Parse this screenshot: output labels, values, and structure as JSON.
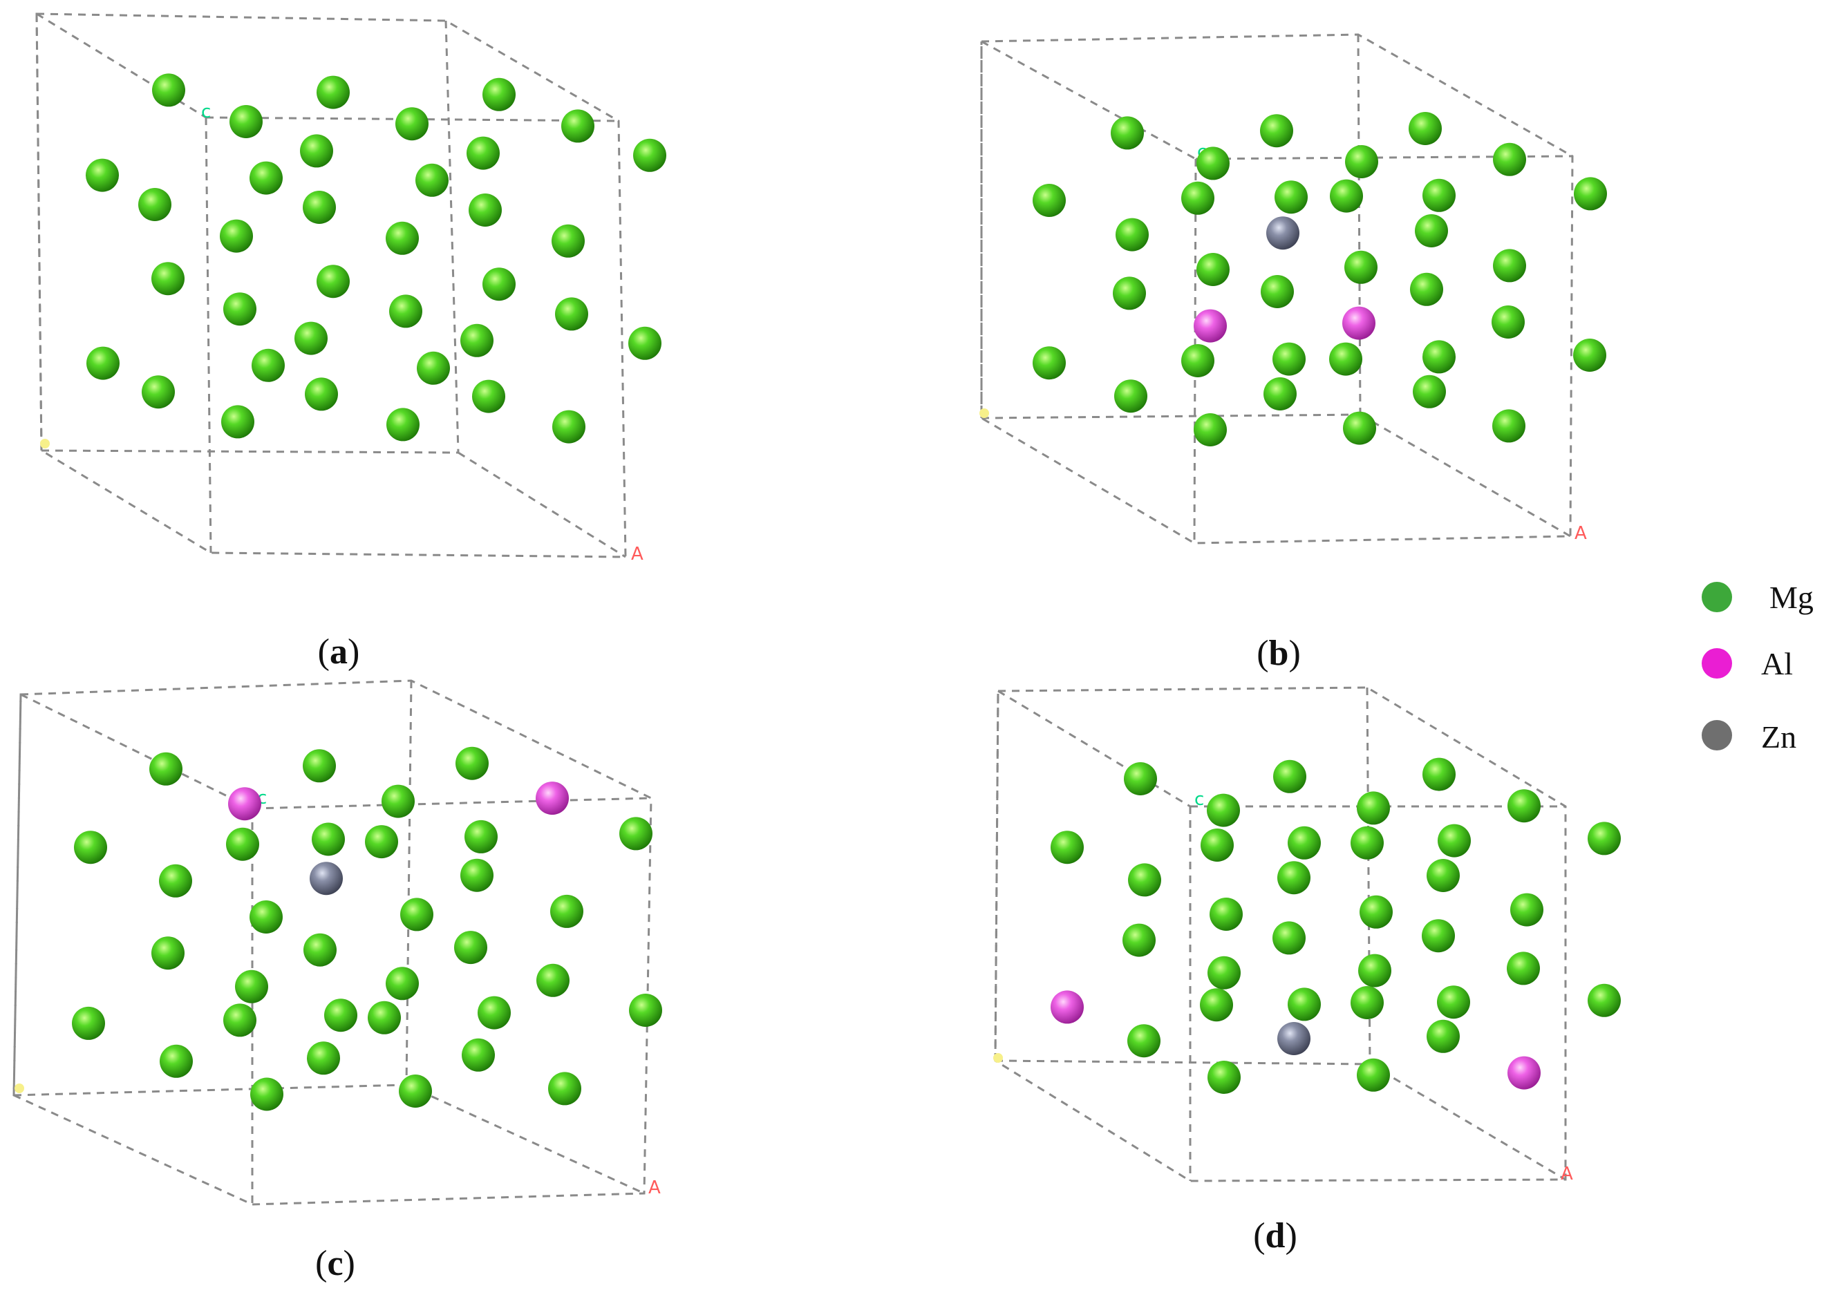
{
  "colors": {
    "Mg": "#3fbf1a",
    "Al": "#e546e0",
    "Zn": "#7a7f95",
    "legend_Mg": "#3da83a",
    "legend_Al": "#ea1ed3",
    "legend_Zn": "#6f6f6f"
  },
  "legend": [
    {
      "label": "Mg",
      "color": "#3da83a"
    },
    {
      "label": "Al",
      "color": "#ea1ed3"
    },
    {
      "label": "Zn",
      "color": "#6f6f6f"
    }
  ],
  "axis_labels": {
    "c": "c",
    "a": "A"
  },
  "panels": [
    {
      "caption_open": "(",
      "caption_letter": "a",
      "caption_close": ")",
      "atoms": [
        [
          "Mg",
          0.199,
          0.138
        ],
        [
          "Mg",
          0.437,
          0.142
        ],
        [
          "Mg",
          0.677,
          0.146
        ],
        [
          "Mg",
          0.311,
          0.195
        ],
        [
          "Mg",
          0.551,
          0.199
        ],
        [
          "Mg",
          0.791,
          0.203
        ],
        [
          "Mg",
          0.413,
          0.248
        ],
        [
          "Mg",
          0.654,
          0.252
        ],
        [
          "Mg",
          0.895,
          0.256
        ],
        [
          "Mg",
          0.103,
          0.292
        ],
        [
          "Mg",
          0.34,
          0.297
        ],
        [
          "Mg",
          0.58,
          0.301
        ],
        [
          "Mg",
          0.179,
          0.345
        ],
        [
          "Mg",
          0.417,
          0.35
        ],
        [
          "Mg",
          0.657,
          0.355
        ],
        [
          "Mg",
          0.297,
          0.402
        ],
        [
          "Mg",
          0.537,
          0.406
        ],
        [
          "Mg",
          0.777,
          0.411
        ],
        [
          "Mg",
          0.198,
          0.479
        ],
        [
          "Mg",
          0.437,
          0.484
        ],
        [
          "Mg",
          0.677,
          0.489
        ],
        [
          "Mg",
          0.302,
          0.534
        ],
        [
          "Mg",
          0.542,
          0.538
        ],
        [
          "Mg",
          0.782,
          0.543
        ],
        [
          "Mg",
          0.405,
          0.587
        ],
        [
          "Mg",
          0.645,
          0.591
        ],
        [
          "Mg",
          0.888,
          0.596
        ],
        [
          "Mg",
          0.104,
          0.632
        ],
        [
          "Mg",
          0.343,
          0.636
        ],
        [
          "Mg",
          0.582,
          0.641
        ],
        [
          "Mg",
          0.184,
          0.684
        ],
        [
          "Mg",
          0.42,
          0.688
        ],
        [
          "Mg",
          0.662,
          0.692
        ],
        [
          "Mg",
          0.299,
          0.738
        ],
        [
          "Mg",
          0.538,
          0.743
        ],
        [
          "Mg",
          0.778,
          0.747
        ]
      ]
    },
    {
      "caption_open": "(",
      "caption_letter": "b",
      "caption_close": ")",
      "atoms": [
        [
          "Mg",
          0.211,
          0.178
        ],
        [
          "Mg",
          0.427,
          0.174
        ],
        [
          "Mg",
          0.642,
          0.17
        ],
        [
          "Mg",
          0.335,
          0.233
        ],
        [
          "Mg",
          0.55,
          0.23
        ],
        [
          "Mg",
          0.764,
          0.226
        ],
        [
          "Mg",
          0.448,
          0.294
        ],
        [
          "Mg",
          0.662,
          0.291
        ],
        [
          "Mg",
          0.881,
          0.288
        ],
        [
          "Mg",
          0.098,
          0.3
        ],
        [
          "Mg",
          0.313,
          0.296
        ],
        [
          "Mg",
          0.528,
          0.292
        ],
        [
          "Mg",
          0.218,
          0.362
        ],
        [
          "Zn",
          0.436,
          0.359
        ],
        [
          "Mg",
          0.651,
          0.355
        ],
        [
          "Mg",
          0.335,
          0.425
        ],
        [
          "Mg",
          0.549,
          0.421
        ],
        [
          "Mg",
          0.764,
          0.418
        ],
        [
          "Mg",
          0.214,
          0.468
        ],
        [
          "Mg",
          0.428,
          0.465
        ],
        [
          "Mg",
          0.644,
          0.461
        ],
        [
          "Al",
          0.331,
          0.527
        ],
        [
          "Al",
          0.546,
          0.522
        ],
        [
          "Mg",
          0.762,
          0.52
        ],
        [
          "Mg",
          0.098,
          0.594
        ],
        [
          "Mg",
          0.313,
          0.59
        ],
        [
          "Mg",
          0.527,
          0.587
        ],
        [
          "Mg",
          0.445,
          0.587
        ],
        [
          "Mg",
          0.662,
          0.583
        ],
        [
          "Mg",
          0.88,
          0.58
        ],
        [
          "Mg",
          0.216,
          0.654
        ],
        [
          "Mg",
          0.432,
          0.65
        ],
        [
          "Mg",
          0.648,
          0.646
        ],
        [
          "Mg",
          0.331,
          0.715
        ],
        [
          "Mg",
          0.547,
          0.712
        ],
        [
          "Mg",
          0.763,
          0.708
        ]
      ]
    },
    {
      "caption_open": "(",
      "caption_letter": "c",
      "caption_close": ")",
      "atoms": [
        [
          "Mg",
          0.22,
          0.142
        ],
        [
          "Mg",
          0.442,
          0.137
        ],
        [
          "Mg",
          0.663,
          0.133
        ],
        [
          "Al",
          0.334,
          0.198
        ],
        [
          "Mg",
          0.556,
          0.194
        ],
        [
          "Al",
          0.779,
          0.189
        ],
        [
          "Mg",
          0.455,
          0.255
        ],
        [
          "Mg",
          0.676,
          0.251
        ],
        [
          "Mg",
          0.9,
          0.246
        ],
        [
          "Mg",
          0.111,
          0.268
        ],
        [
          "Mg",
          0.331,
          0.263
        ],
        [
          "Mg",
          0.532,
          0.259
        ],
        [
          "Mg",
          0.234,
          0.322
        ],
        [
          "Zn",
          0.452,
          0.318
        ],
        [
          "Mg",
          0.67,
          0.313
        ],
        [
          "Mg",
          0.365,
          0.38
        ],
        [
          "Mg",
          0.583,
          0.376
        ],
        [
          "Mg",
          0.8,
          0.371
        ],
        [
          "Mg",
          0.223,
          0.438
        ],
        [
          "Mg",
          0.443,
          0.433
        ],
        [
          "Mg",
          0.661,
          0.429
        ],
        [
          "Mg",
          0.344,
          0.492
        ],
        [
          "Mg",
          0.562,
          0.487
        ],
        [
          "Mg",
          0.78,
          0.482
        ],
        [
          "Mg",
          0.108,
          0.551
        ],
        [
          "Mg",
          0.327,
          0.546
        ],
        [
          "Mg",
          0.536,
          0.542
        ],
        [
          "Mg",
          0.473,
          0.538
        ],
        [
          "Mg",
          0.695,
          0.534
        ],
        [
          "Mg",
          0.914,
          0.53
        ],
        [
          "Mg",
          0.235,
          0.612
        ],
        [
          "Mg",
          0.448,
          0.607
        ],
        [
          "Mg",
          0.672,
          0.602
        ],
        [
          "Mg",
          0.366,
          0.665
        ],
        [
          "Mg",
          0.581,
          0.66
        ],
        [
          "Mg",
          0.797,
          0.656
        ]
      ]
    },
    {
      "caption_open": "(",
      "caption_letter": "d",
      "caption_close": ")",
      "atoms": [
        [
          "Mg",
          0.21,
          0.165
        ],
        [
          "Mg",
          0.426,
          0.161
        ],
        [
          "Mg",
          0.642,
          0.157
        ],
        [
          "Mg",
          0.33,
          0.222
        ],
        [
          "Mg",
          0.547,
          0.218
        ],
        [
          "Mg",
          0.765,
          0.214
        ],
        [
          "Mg",
          0.447,
          0.281
        ],
        [
          "Mg",
          0.664,
          0.277
        ],
        [
          "Mg",
          0.881,
          0.273
        ],
        [
          "Mg",
          0.104,
          0.289
        ],
        [
          "Mg",
          0.321,
          0.285
        ],
        [
          "Mg",
          0.538,
          0.281
        ],
        [
          "Mg",
          0.216,
          0.348
        ],
        [
          "Mg",
          0.432,
          0.344
        ],
        [
          "Mg",
          0.648,
          0.34
        ],
        [
          "Mg",
          0.334,
          0.41
        ],
        [
          "Mg",
          0.551,
          0.406
        ],
        [
          "Mg",
          0.769,
          0.402
        ],
        [
          "Mg",
          0.208,
          0.457
        ],
        [
          "Mg",
          0.425,
          0.453
        ],
        [
          "Mg",
          0.641,
          0.449
        ],
        [
          "Mg",
          0.331,
          0.516
        ],
        [
          "Mg",
          0.549,
          0.512
        ],
        [
          "Mg",
          0.764,
          0.508
        ],
        [
          "Al",
          0.104,
          0.578
        ],
        [
          "Mg",
          0.32,
          0.574
        ],
        [
          "Mg",
          0.538,
          0.57
        ],
        [
          "Mg",
          0.447,
          0.573
        ],
        [
          "Mg",
          0.663,
          0.569
        ],
        [
          "Mg",
          0.881,
          0.566
        ],
        [
          "Mg",
          0.215,
          0.639
        ],
        [
          "Zn",
          0.432,
          0.635
        ],
        [
          "Mg",
          0.648,
          0.631
        ],
        [
          "Mg",
          0.331,
          0.705
        ],
        [
          "Mg",
          0.547,
          0.701
        ],
        [
          "Al",
          0.765,
          0.697
        ]
      ]
    }
  ]
}
